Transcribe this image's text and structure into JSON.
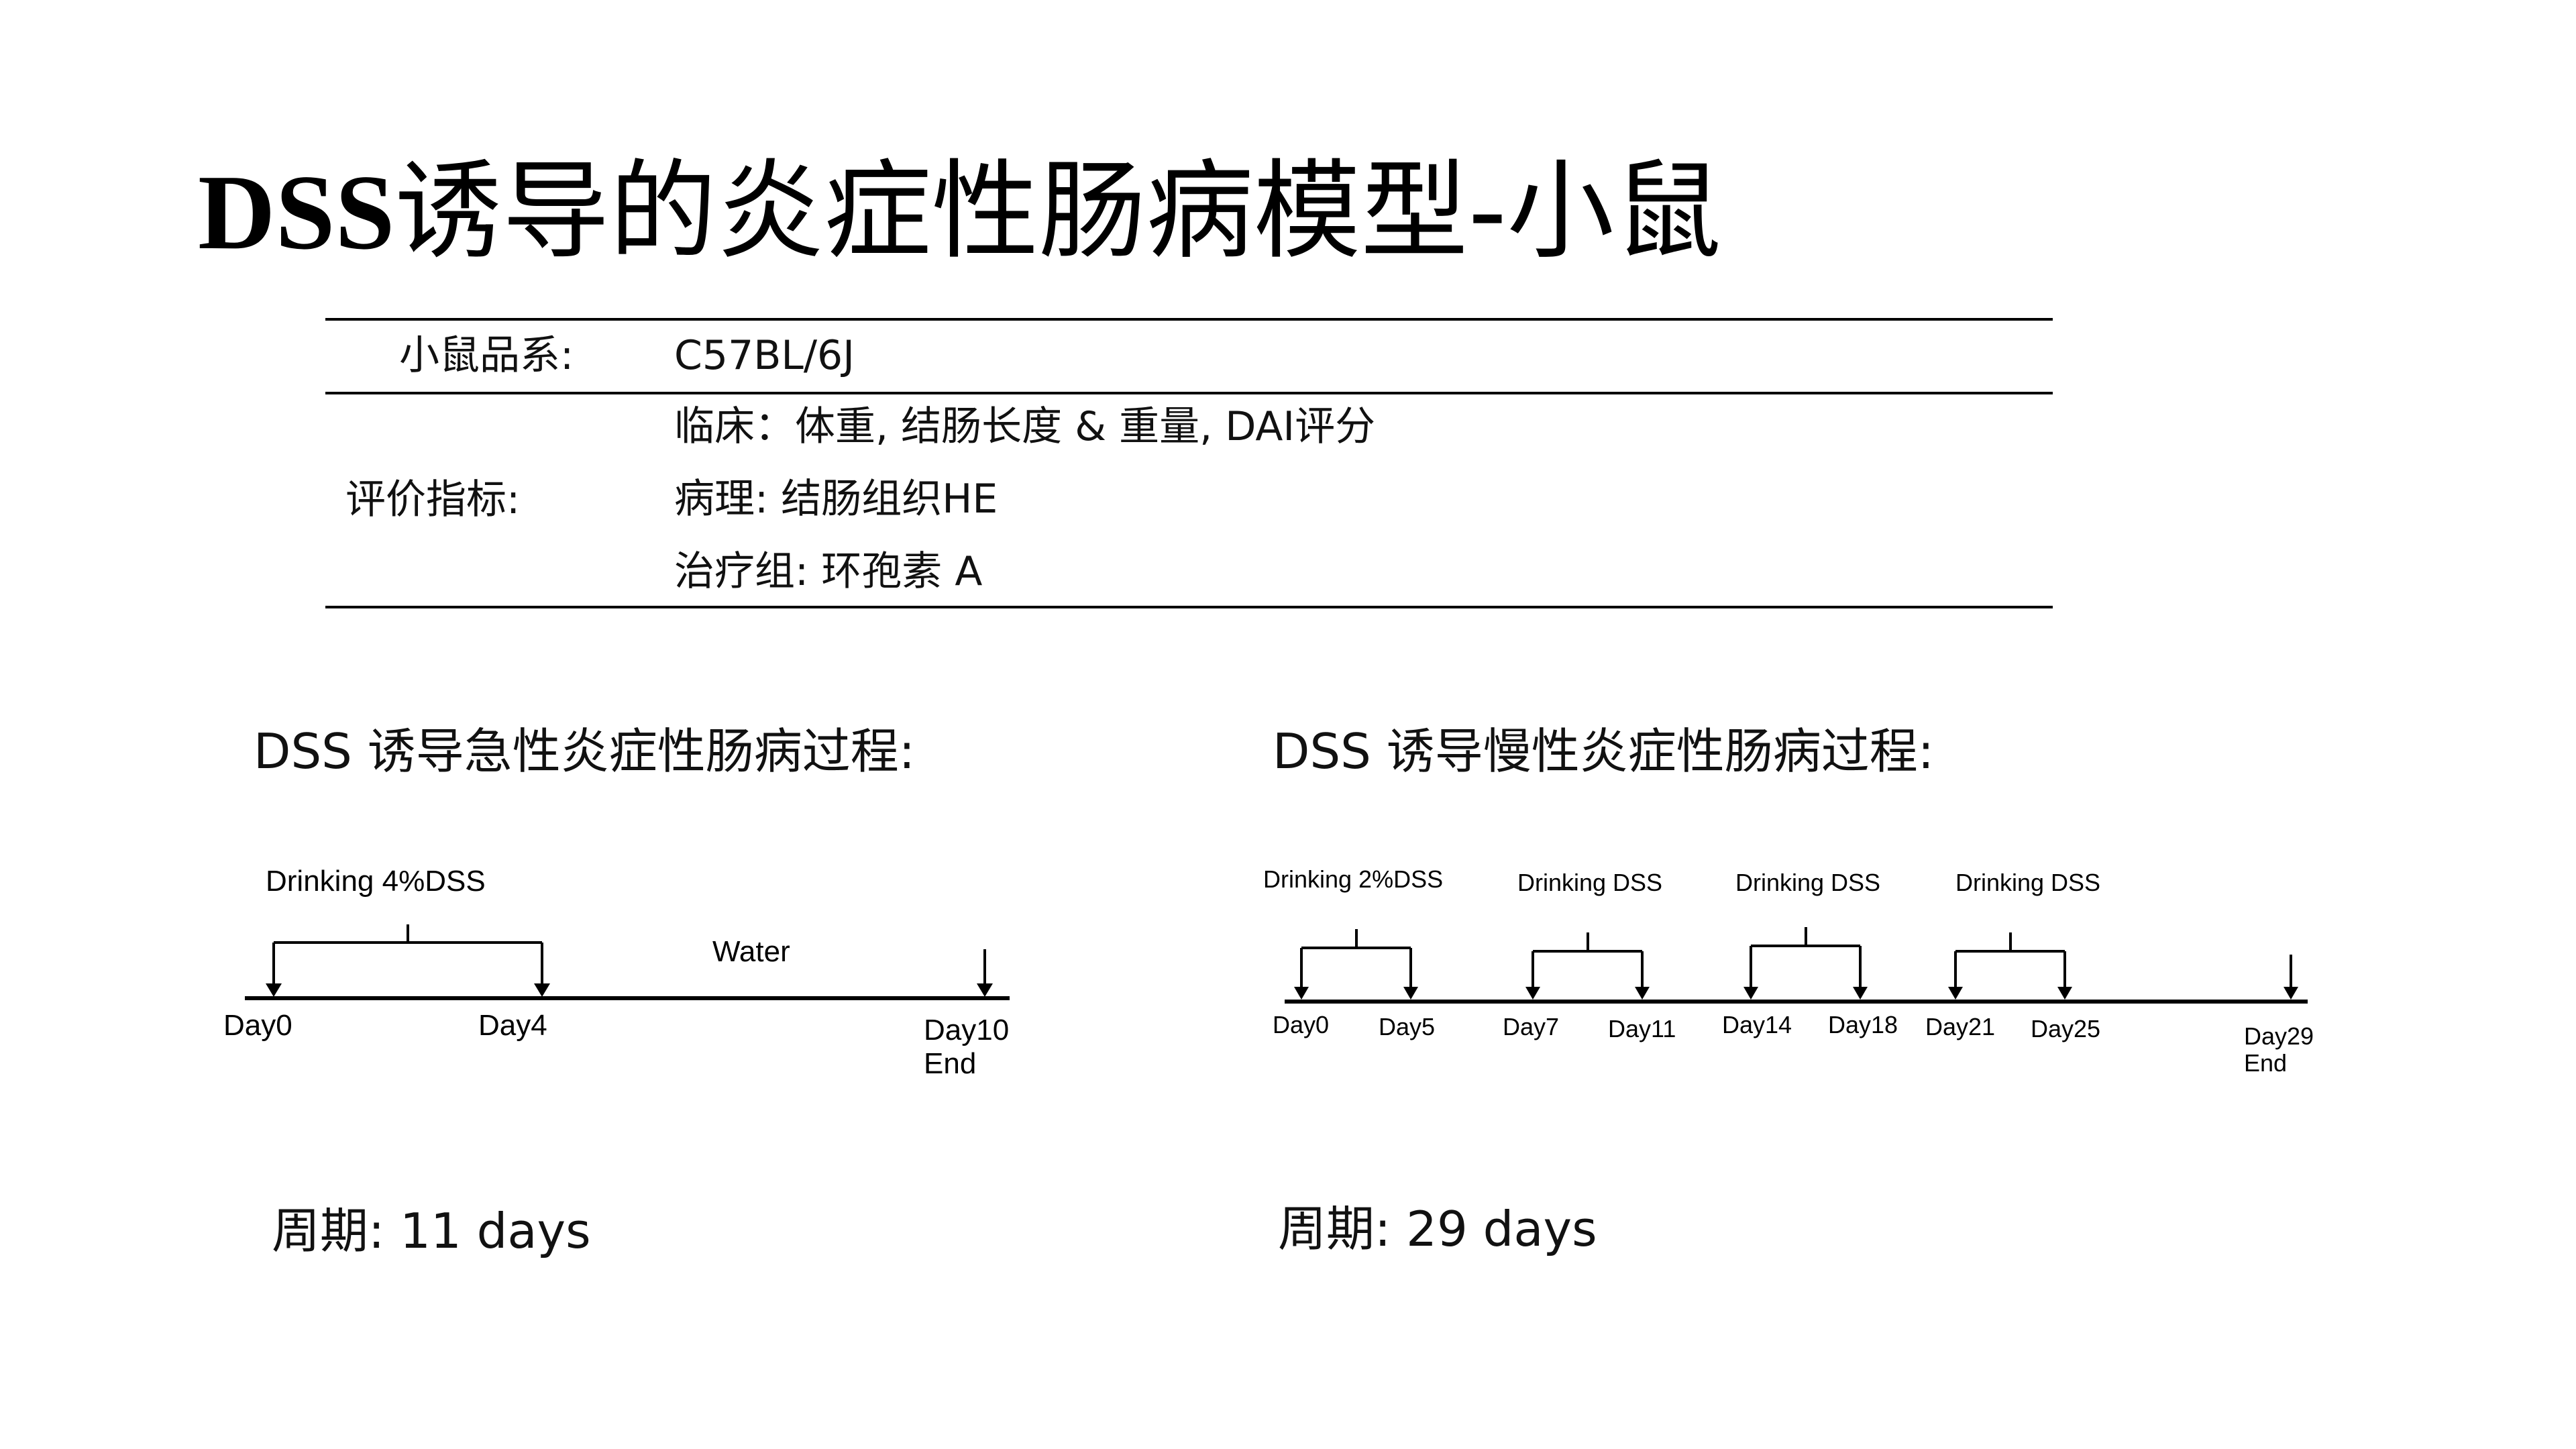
{
  "page": {
    "title_latin": "DSS",
    "title_cjk": "诱导的炎症性肠病模型-小鼠"
  },
  "info_table": {
    "strain_label": "小鼠品系:",
    "strain_value": "C57BL/6J",
    "eval_label": "评价指标:",
    "eval_rows": [
      "临床：体重, 结肠长度 & 重量, DAI评分",
      "病理: 结肠组织HE",
      "治疗组: 环孢素 A"
    ]
  },
  "acute": {
    "heading": "DSS 诱导急性炎症性肠病过程:",
    "period": "周期: 11 days",
    "drink_label": "Drinking 4%DSS",
    "water_label": "Water",
    "day_labels": [
      "Day0",
      "Day4",
      "Day10",
      "End"
    ]
  },
  "chronic": {
    "heading": "DSS 诱导慢性炎症性肠病过程:",
    "period": "周期: 29 days",
    "drink_labels": [
      "Drinking 2%DSS",
      "Drinking DSS",
      "Drinking DSS",
      "Drinking DSS"
    ],
    "day_labels": [
      "Day0",
      "Day5",
      "Day7",
      "Day11",
      "Day14",
      "Day18",
      "Day21",
      "Day25",
      "Day29",
      "End"
    ]
  }
}
